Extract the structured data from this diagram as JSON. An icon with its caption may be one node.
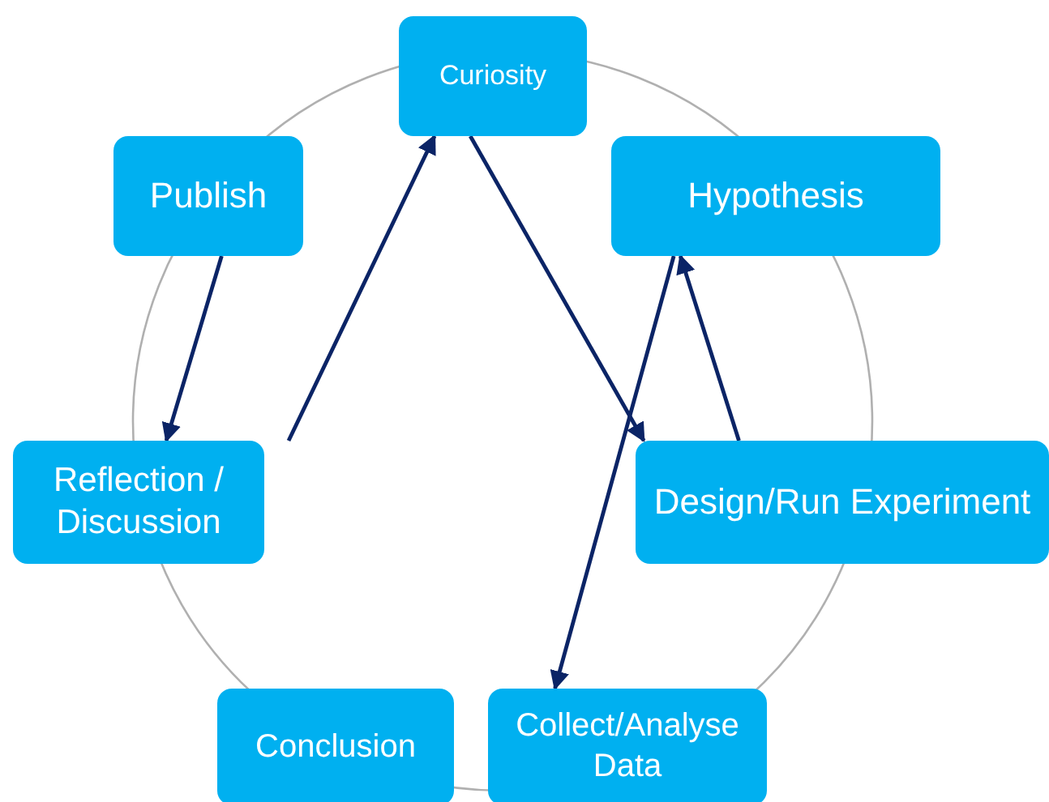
{
  "diagram": {
    "nodes": [
      {
        "text": [
          "Curiosity"
        ]
      },
      {
        "text": [
          "Publish"
        ]
      },
      {
        "text": [
          "Hypothesis"
        ]
      },
      {
        "text": [
          "Reflection / Discussion"
        ]
      },
      {
        "text": [
          "Design/Run Experiment"
        ]
      },
      {
        "text": [
          "Conclusion"
        ]
      },
      {
        "text": [
          "Collect/Analyse Data"
        ]
      }
    ],
    "edges": [
      {
        "from": 0,
        "to": 4,
        "arrow": "to"
      },
      {
        "from": 4,
        "to": 2,
        "arrow": "to"
      },
      {
        "from": 2,
        "to": 6,
        "arrow": "to"
      },
      {
        "from": 1,
        "to": 3,
        "arrow": "to"
      },
      {
        "from": null,
        "to": 0,
        "arrow": "to"
      }
    ]
  }
}
